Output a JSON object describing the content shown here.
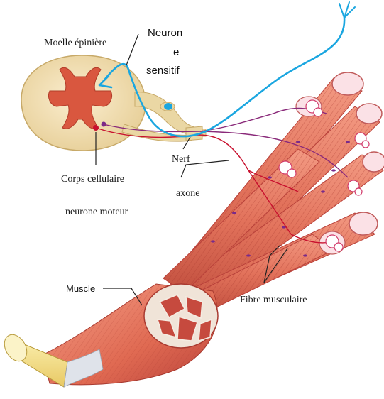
{
  "labels": {
    "spinal_cord": "Moelle épinière",
    "sensory_neuron": [
      "Neuron",
      "e",
      "sensitif"
    ],
    "nerve": "Nerf",
    "axon": "axone",
    "cell_body": [
      "Corps cellulaire",
      "neurone moteur"
    ],
    "muscle": "Muscle",
    "muscle_fiber": "Fibre musculaire"
  },
  "colors": {
    "sensory_neuron": "#1aa6e0",
    "motor_neuron": "#c8102e",
    "muscle": "#e2725b",
    "muscle_dark": "#b9413a",
    "white_matter": "#f3e2b8",
    "grey_matter": "#d9573f",
    "tendon": "#f2e08a"
  }
}
